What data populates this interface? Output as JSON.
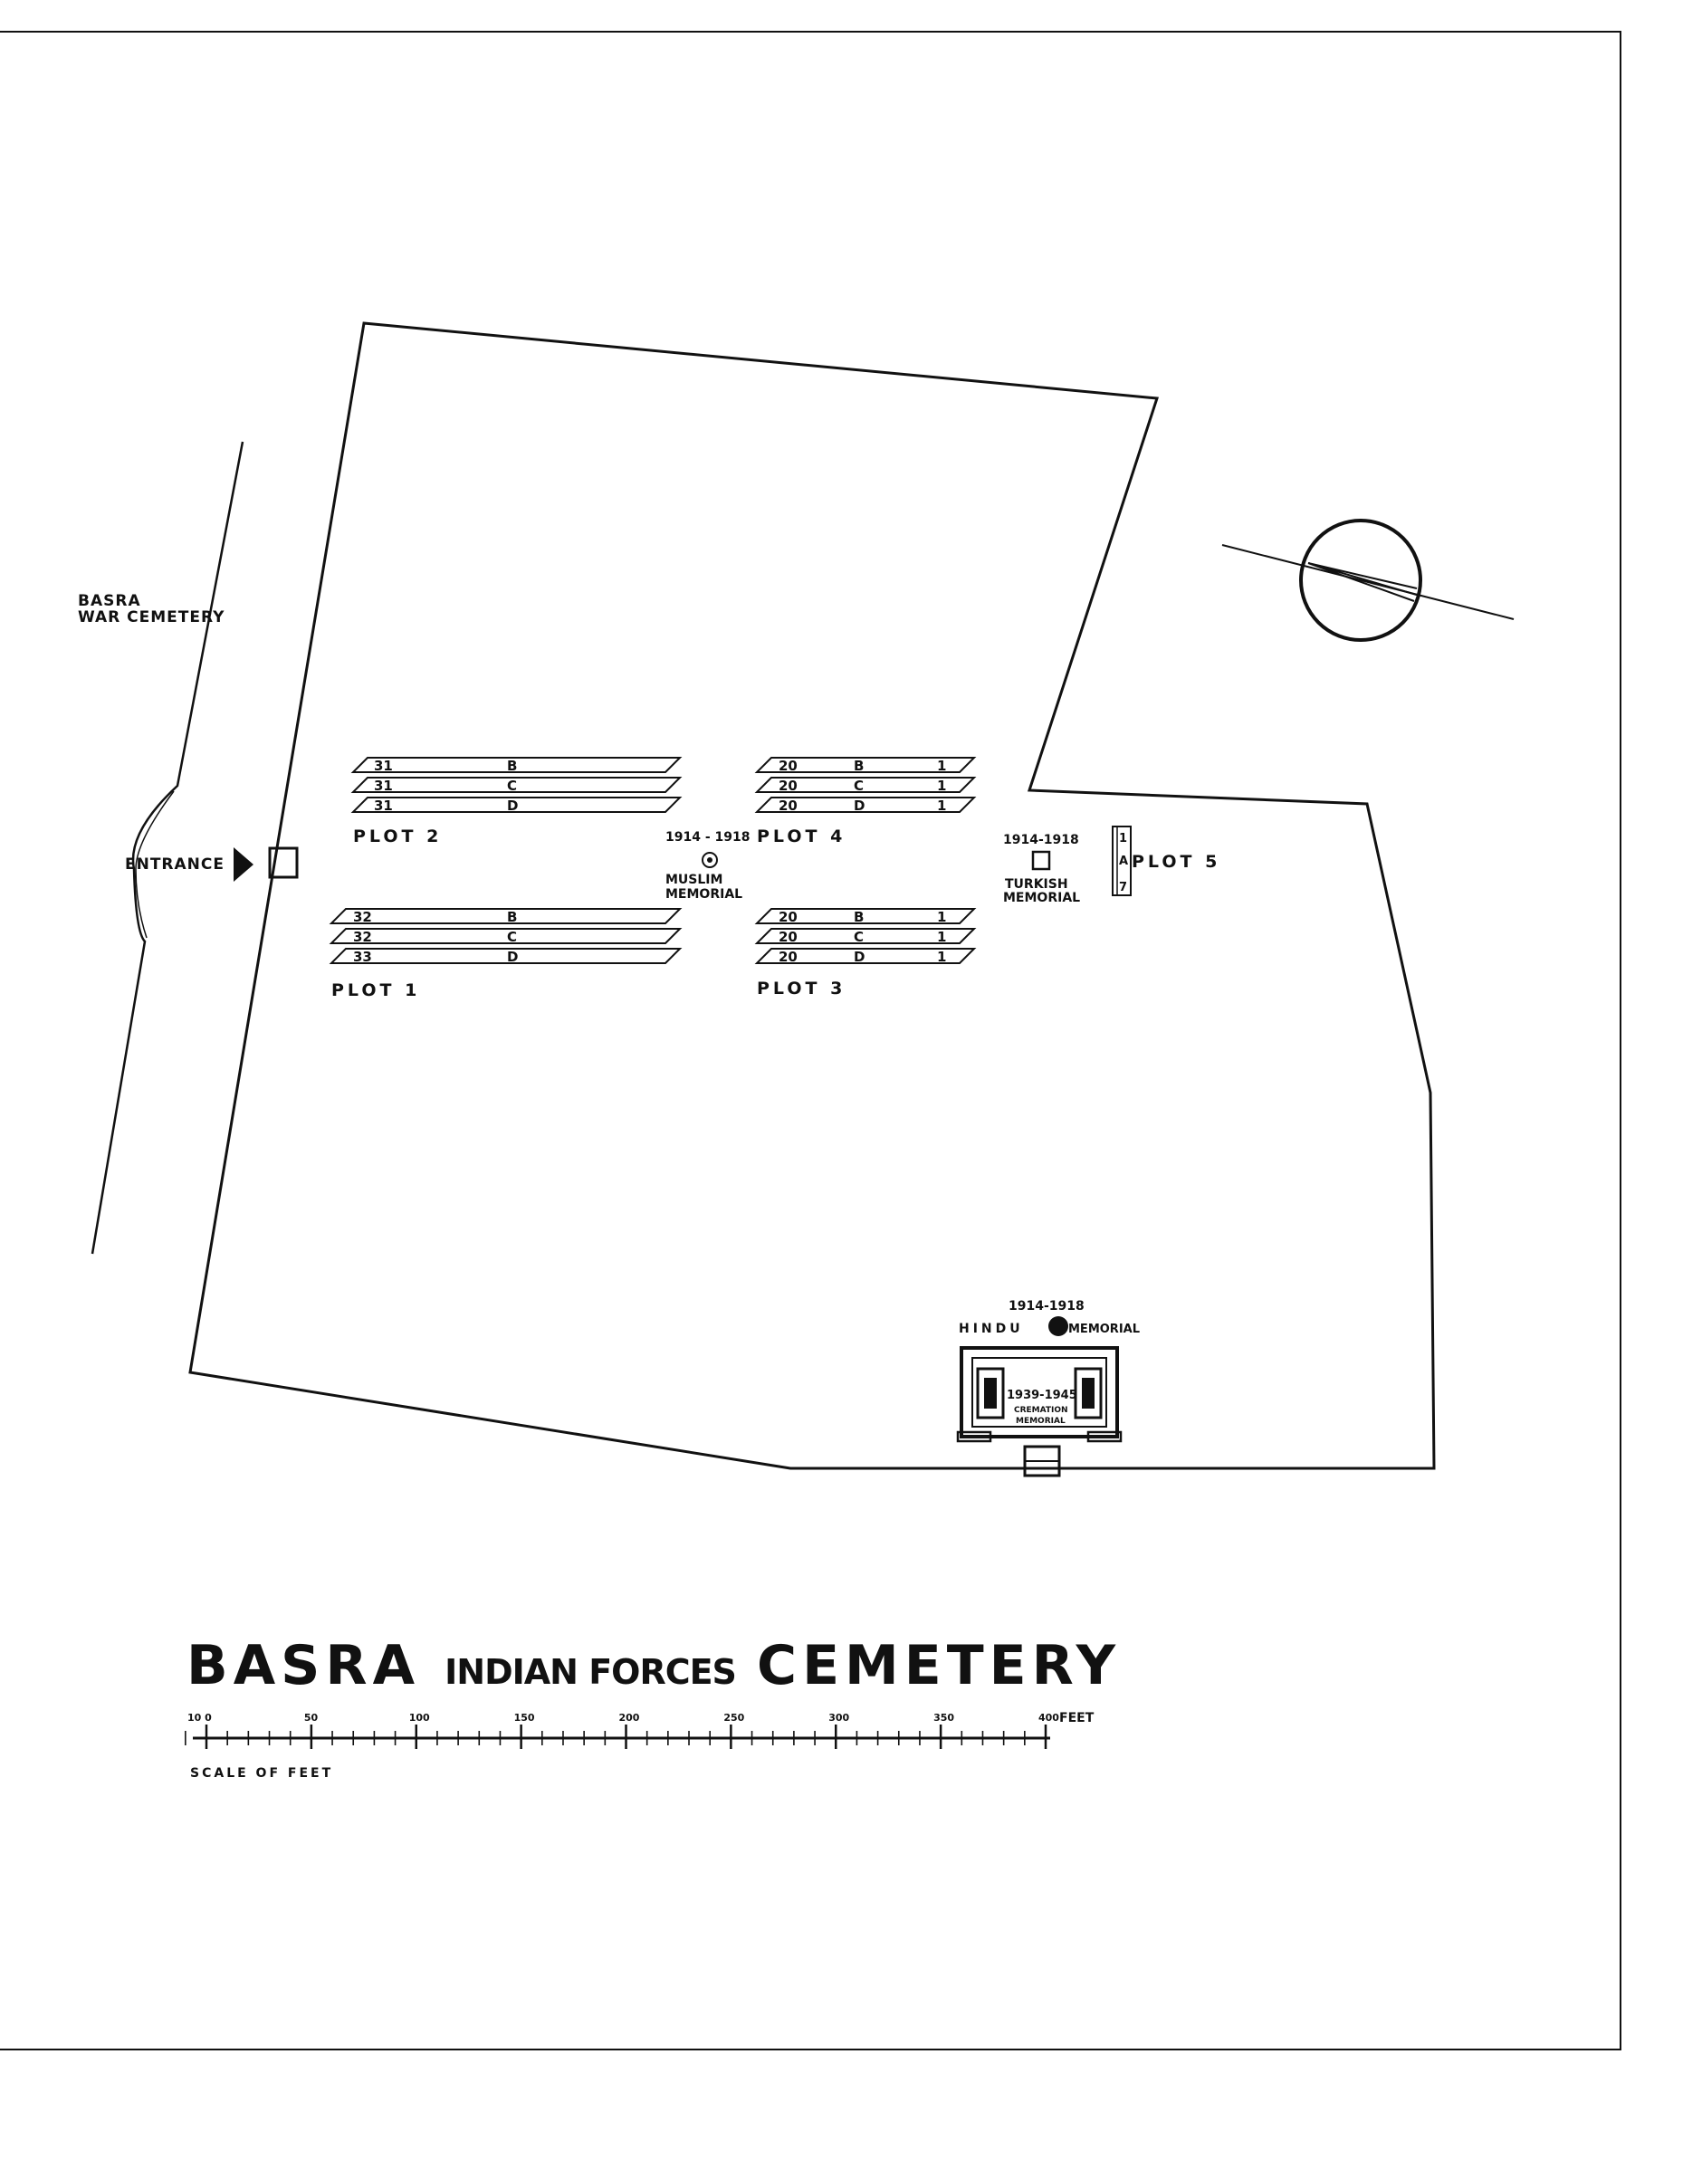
{
  "map": {
    "title_parts": [
      "BASRA",
      "INDIAN FORCES",
      "CEMETERY"
    ],
    "scale": {
      "numbers": [
        "10 0",
        "50",
        "100",
        "150",
        "200",
        "250",
        "300",
        "350",
        "400"
      ],
      "unit": "FEET",
      "caption": "SCALE OF FEET"
    },
    "labels": {
      "basra_war_cemetery": [
        "BASRA",
        "WAR CEMETERY"
      ],
      "entrance": "ENTRANCE",
      "plot1": "PLOT 1",
      "plot2": "PLOT 2",
      "plot3": "PLOT 3",
      "plot4": "PLOT 4",
      "plot5": "PLOT 5",
      "muslim_date": "1914 - 1918",
      "muslim_name": [
        "MUSLIM",
        "MEMORIAL"
      ],
      "turkish_date": "1914-1918",
      "turkish_name": [
        "TURKISH",
        "MEMORIAL"
      ],
      "hindu_date": "1914-1918",
      "hindu_left": "HINDU",
      "hindu_right": "MEMORIAL",
      "cremation_date": "1939-1945",
      "cremation_name": [
        "CREMATION",
        "MEMORIAL"
      ]
    },
    "rows": {
      "plot2": [
        {
          "num": "31",
          "letter": "B"
        },
        {
          "num": "31",
          "letter": "C"
        },
        {
          "num": "31",
          "letter": "D"
        }
      ],
      "plot1": [
        {
          "num": "32",
          "letter": "B"
        },
        {
          "num": "32",
          "letter": "C"
        },
        {
          "num": "33",
          "letter": "D"
        }
      ],
      "plot4": [
        {
          "num": "20",
          "letter": "B",
          "end": "1"
        },
        {
          "num": "20",
          "letter": "C",
          "end": "1"
        },
        {
          "num": "20",
          "letter": "D",
          "end": "1"
        }
      ],
      "plot3": [
        {
          "num": "20",
          "letter": "B",
          "end": "1"
        },
        {
          "num": "20",
          "letter": "C",
          "end": "1"
        },
        {
          "num": "20",
          "letter": "D",
          "end": "1"
        }
      ],
      "plot5": [
        "1",
        "A",
        "7"
      ]
    }
  }
}
